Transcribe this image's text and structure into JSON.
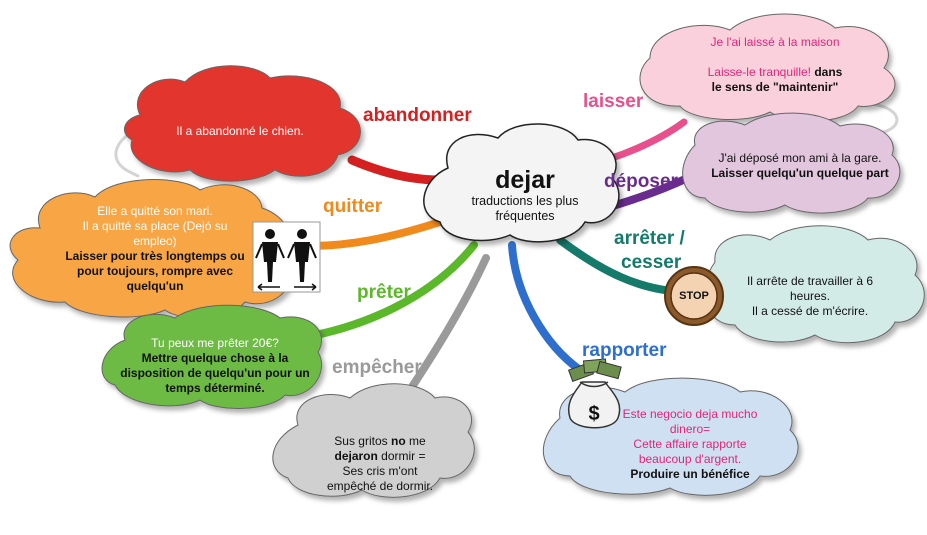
{
  "center": {
    "title": "dejar",
    "subtitle": "traductions les plus fréquentes"
  },
  "branches": {
    "abandonner": {
      "label": "abandonner",
      "color": "#d42020",
      "example": "Il a abandonné le chien."
    },
    "quitter": {
      "label": "quitter",
      "color": "#f08a1c",
      "ex1": "Elle a quitté son mari.",
      "ex2": "Il a quitté sa place (Dejó su empleo)",
      "meaning": "Laisser pour très longtemps ou pour toujours, rompre avec quelqu'un"
    },
    "preter": {
      "label": "prêter",
      "color": "#5cb82b",
      "example": "Tu peux me prêter 20€?",
      "meaning": "Mettre quelque chose à la disposition de quelqu'un pour un temps déterminé."
    },
    "empecher": {
      "label": "empêcher",
      "color": "#9a9a9a",
      "p1": "Sus gritos ",
      "p2": "no",
      "p3": " me",
      "p4": "dejaron",
      "p5": " dormir =",
      "p6": "Ses cris m'ont",
      "p7": "empêché de dormir."
    },
    "rapporter": {
      "label": "rapporter",
      "color": "#2e6fce",
      "es1": "Este negocio deja mucho",
      "es2": "dinero=",
      "fr1": "Cette affaire rapporte",
      "fr2": "beaucoup d'argent.",
      "meaning": "Produire un bénéfice"
    },
    "arreter": {
      "label1": "arrêter /",
      "label2": "cesser",
      "color": "#157a6a",
      "ex1": "Il arrête de travailler à 6",
      "ex2": "heures.",
      "ex3": "Il a cessé de m'écrire.",
      "stop": "STOP"
    },
    "deposer": {
      "label": "déposer",
      "color": "#6a2b8e",
      "example": "J'ai déposé mon ami à la gare.",
      "meaning": "Laisser quelqu'un quelque part"
    },
    "laisser": {
      "label": "laisser",
      "color": "#e84f8c",
      "ex1": "Je l'ai laissé à la maison",
      "ex2": "Laisse-le tranquille!",
      "ex3": " dans",
      "ex4": "le sens de \"maintenir\""
    }
  },
  "icons": [
    "people-leaving-icon",
    "stop-sign-icon",
    "money-bag-icon"
  ]
}
